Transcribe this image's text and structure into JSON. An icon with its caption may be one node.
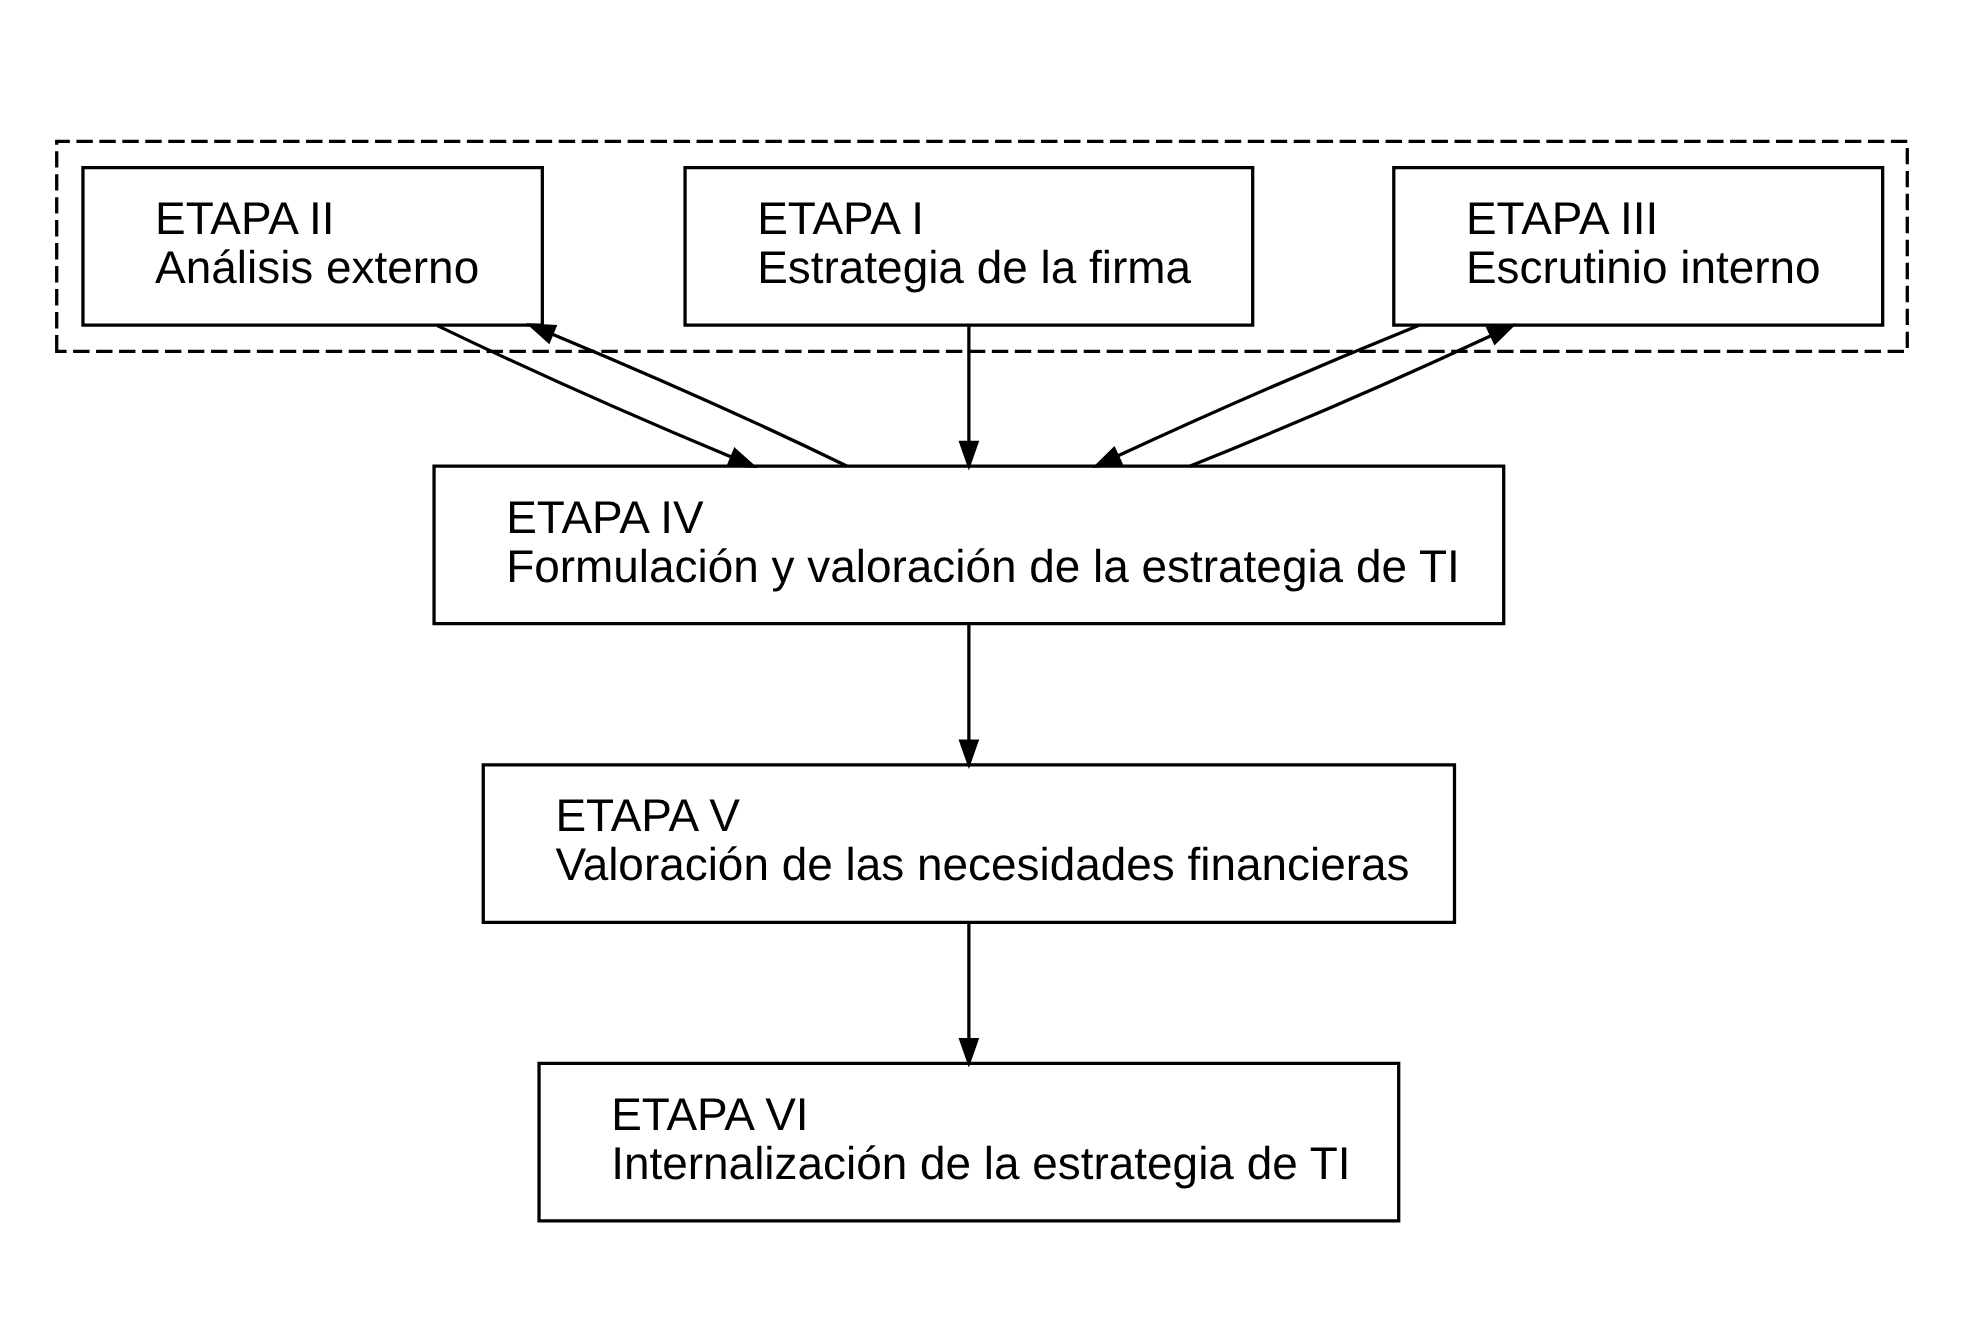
{
  "diagram": {
    "nodes": [
      {
        "text": [],
        "shape": "box"
      },
      {
        "text": [
          "ETAPA I",
          "Estrategia de la firma"
        ],
        "in": 0
      },
      {
        "text": [
          "ETAPA II",
          "Análisis externo"
        ],
        "in": 0
      },
      {
        "text": [
          "ETAPA III",
          "Escrutinio interno"
        ],
        "in": 0
      },
      {
        "text": [
          "ETAPA IV",
          "Formulación y valoración de la estrategia de TI"
        ]
      },
      {
        "text": [
          "ETAPA V",
          "Valoración de las necesidades financieras"
        ]
      },
      {
        "text": [
          "ETAPA VI",
          "Internalización de la estrategia de TI"
        ]
      }
    ],
    "edges": [
      {
        "from": 2,
        "to": 4,
        "arrow": "to"
      },
      {
        "from": 1,
        "to": 4,
        "arrow": "to"
      },
      {
        "from": 3,
        "to": 4,
        "arrow": "to"
      },
      {
        "from": 4,
        "to": 2,
        "arrow": "to"
      },
      {
        "from": 4,
        "to": 3,
        "arrow": "to"
      },
      {
        "from": 4,
        "to": 5,
        "arrow": "to"
      },
      {
        "from": 5,
        "to": 6,
        "arrow": "to"
      }
    ]
  }
}
